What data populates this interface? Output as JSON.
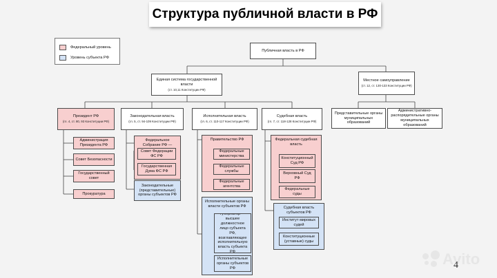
{
  "title": "Структура публичной власти в РФ",
  "legend": {
    "federal": "Федеральный уровень",
    "regional": "Уровень субъекта РФ"
  },
  "nodes": {
    "root": "Публичная власть в РФ",
    "unified": {
      "label": "Единая система государственной власти",
      "ref": "(ст. 10,11 Конституции РФ)"
    },
    "local": {
      "label": "Местное самоуправление",
      "ref": "(ст. 12, ст. 130-133 Конституции РФ)"
    },
    "president": {
      "label": "Президент РФ",
      "ref": "(гл. 4, ст. 80, 93 Конституции РФ)"
    },
    "legislative": {
      "label": "Законодательная власть",
      "ref": "(гл. 5, ст. 94-109 Конституции РФ)"
    },
    "executive": {
      "label": "Исполнительная власть",
      "ref": "(гл. 6, ст. 110-117 Конституции РФ)"
    },
    "judicial": {
      "label": "Судебная власть",
      "ref": "(гл. 7, ст. 118-128 Конституции РФ)"
    },
    "local_repr": "Представительные органы муниципальных образований",
    "local_admin": "Административно-распорядительные органы муниципальных образований",
    "pres_admin": "Администрация Президента РФ",
    "security_council": "Совет Безопасности",
    "state_council": "Государственный совет",
    "prosecutor": "Прокуратура",
    "fed_assembly": "Федеральное Собрание РФ — парламент РФ",
    "fed_council": "Совет Федерации ФС РФ",
    "state_duma": "Государственная Дума ФС РФ",
    "regional_leg": "Законодательные (представительные) органы субъектов РФ",
    "government": "Правительство РФ",
    "ministries": "Федеральные министерства",
    "services": "Федеральные службы",
    "agencies": "Федеральные агентства",
    "regional_exec": "Исполнительные органы власти субъектов РФ",
    "governor": "Губернатор — высшее должностное лицо субъекта РФ, возглавляющее исполнительную власть субъекта РФ",
    "regional_exec_bodies": "Исполнительные органы субъектов РФ",
    "fed_judicial": "Федеральная судебная власть",
    "const_court": "Конституционный Суд РФ",
    "supreme_court": "Верховный Суд РФ",
    "fed_courts": "Федеральные суды",
    "regional_jud": "Судебная власть субъектов РФ",
    "magistrates": "Институт мировых судей",
    "statutory_courts": "Конституционные (уставные) суды"
  },
  "page_number": "4",
  "watermark": "Avito",
  "colors": {
    "federal": "#f8cfcf",
    "regional": "#d4e3f6",
    "line": "#444444"
  }
}
